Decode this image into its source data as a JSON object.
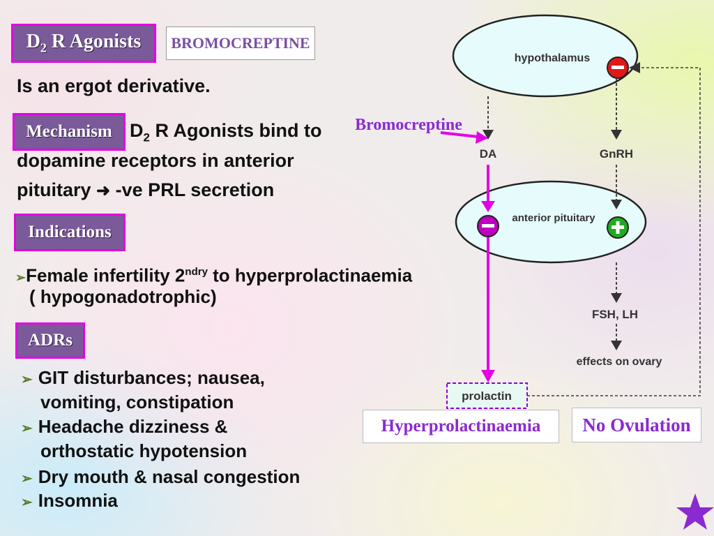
{
  "header": {
    "title_main": "D",
    "title_sub": "2",
    "title_rest": " R Agonists",
    "drug_name": "BROMOCREPTINE"
  },
  "intro": "Is an ergot derivative.",
  "mechanism": {
    "label": "Mechanism",
    "line1_pre": "D",
    "line1_sub": "2",
    "line1_post": " R Agonists bind to",
    "line2": "dopamine receptors in anterior",
    "line3_pre": "pituitary",
    "line3_arrow": "➜",
    "line3_post": " -ve PRL secretion"
  },
  "indications": {
    "label": "Indications",
    "bullet": "➢",
    "item_pre": "Female infertility 2",
    "item_sup": "ndry",
    "item_post": " to hyperprolactinaemia",
    "item_line2": "( hypogonadotrophic)"
  },
  "adrs": {
    "label": "ADRs",
    "bullet": "➢",
    "items": [
      {
        "line1": "GIT disturbances; nausea,",
        "line2": "vomiting, constipation"
      },
      {
        "line1": "Headache dizziness  &",
        "line2": "orthostatic hypotension"
      },
      {
        "line1": "Dry mouth & nasal congestion",
        "line2": ""
      },
      {
        "line1": "Insomnia",
        "line2": ""
      }
    ]
  },
  "diagram": {
    "hypothalamus": "hypothalamus",
    "anterior_pituitary": "anterior pituitary",
    "da": "DA",
    "gnrh": "GnRH",
    "fsh_lh": "FSH, LH",
    "effects": "effects on ovary",
    "prolactin": "prolactin",
    "bromocreptine_label": "Bromocreptine",
    "minus_sign": "−",
    "plus_sign": "+",
    "hyperprolactinaemia": "Hyperprolactinaemia",
    "no_ovulation": "No Ovulation"
  },
  "colors": {
    "tag_fill": "#7a5a98",
    "tag_border": "#e400e4",
    "magenta": "#e400e4",
    "purple_text": "#8a2ad0",
    "minus_red": "#e01818",
    "plus_green": "#22aa22"
  }
}
